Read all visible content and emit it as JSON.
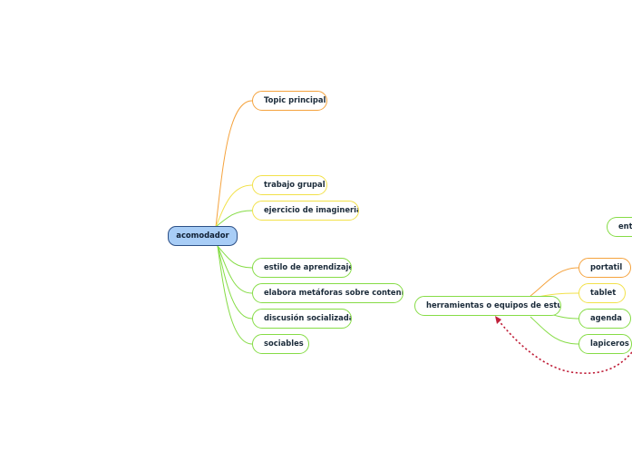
{
  "mindmap": {
    "root": "acomodador",
    "topic": "Topic principal",
    "branches": [
      "trabajo grupal",
      "ejercicio de imagineria",
      "estilo de aprendizaje",
      "elabora metáforas sobre contenido",
      "discusión socializada",
      "sociables"
    ],
    "tools": {
      "label": "herramientas o equipos de estudio",
      "items": [
        "portatil",
        "tablet",
        "agenda",
        "lapiceros"
      ]
    },
    "cutoff_node": "ento"
  },
  "colors": {
    "root_fill": "#a8cdf6",
    "root_border": "#2c4f86",
    "green": "#86dc46",
    "orange": "#f5a33e",
    "yellow": "#f2e14a",
    "relation": "#c0203a"
  }
}
